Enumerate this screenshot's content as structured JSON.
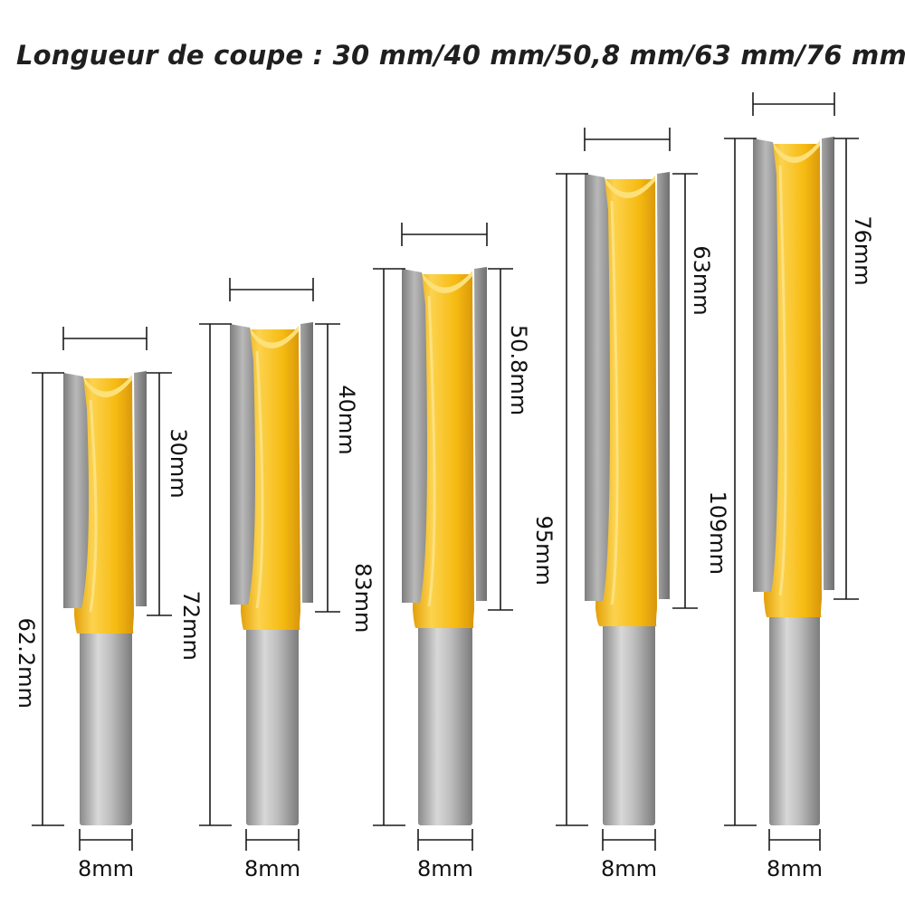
{
  "headline": "Longueur de coupe : 30 mm/40 mm/50,8 mm/63 mm/76 mm",
  "colors": {
    "blade_yellow": "#f5b80b",
    "blade_yellow_light": "#fcd14a",
    "blade_yellow_dark": "#d9980a",
    "carbide_gray": "#9c9c9c",
    "shank_gray": "#b4b4b4",
    "dimension_line": "#1a1a1a"
  },
  "bits": [
    {
      "cutting_length_label": "30mm",
      "total_length_label": "62.2mm",
      "shank_label": "8mm"
    },
    {
      "cutting_length_label": "40mm",
      "total_length_label": "72mm",
      "shank_label": "8mm"
    },
    {
      "cutting_length_label": "50.8mm",
      "total_length_label": "83mm",
      "shank_label": "8mm"
    },
    {
      "cutting_length_label": "63mm",
      "total_length_label": "95mm",
      "shank_label": "8mm"
    },
    {
      "cutting_length_label": "76mm",
      "total_length_label": "109mm",
      "shank_label": "8mm"
    }
  ]
}
